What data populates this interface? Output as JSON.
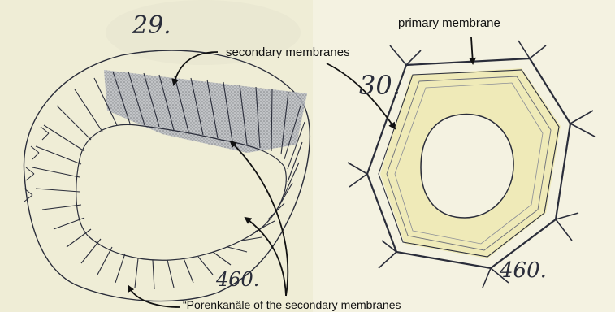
{
  "figures": [
    {
      "number": "29.",
      "scale": "460."
    },
    {
      "number": "30.",
      "scale": "460."
    }
  ],
  "labels": {
    "secondary": "secondary membranes",
    "primary": "primary membrane",
    "porenkanale": "“Porenkanäle of the secondary membranes"
  },
  "colors": {
    "paper_left": "#efedd8",
    "paper_right": "#f3f1df",
    "ink": "#2a2d3a",
    "stipple": "#8a8d96",
    "wall_yellow": "#efeab8"
  }
}
